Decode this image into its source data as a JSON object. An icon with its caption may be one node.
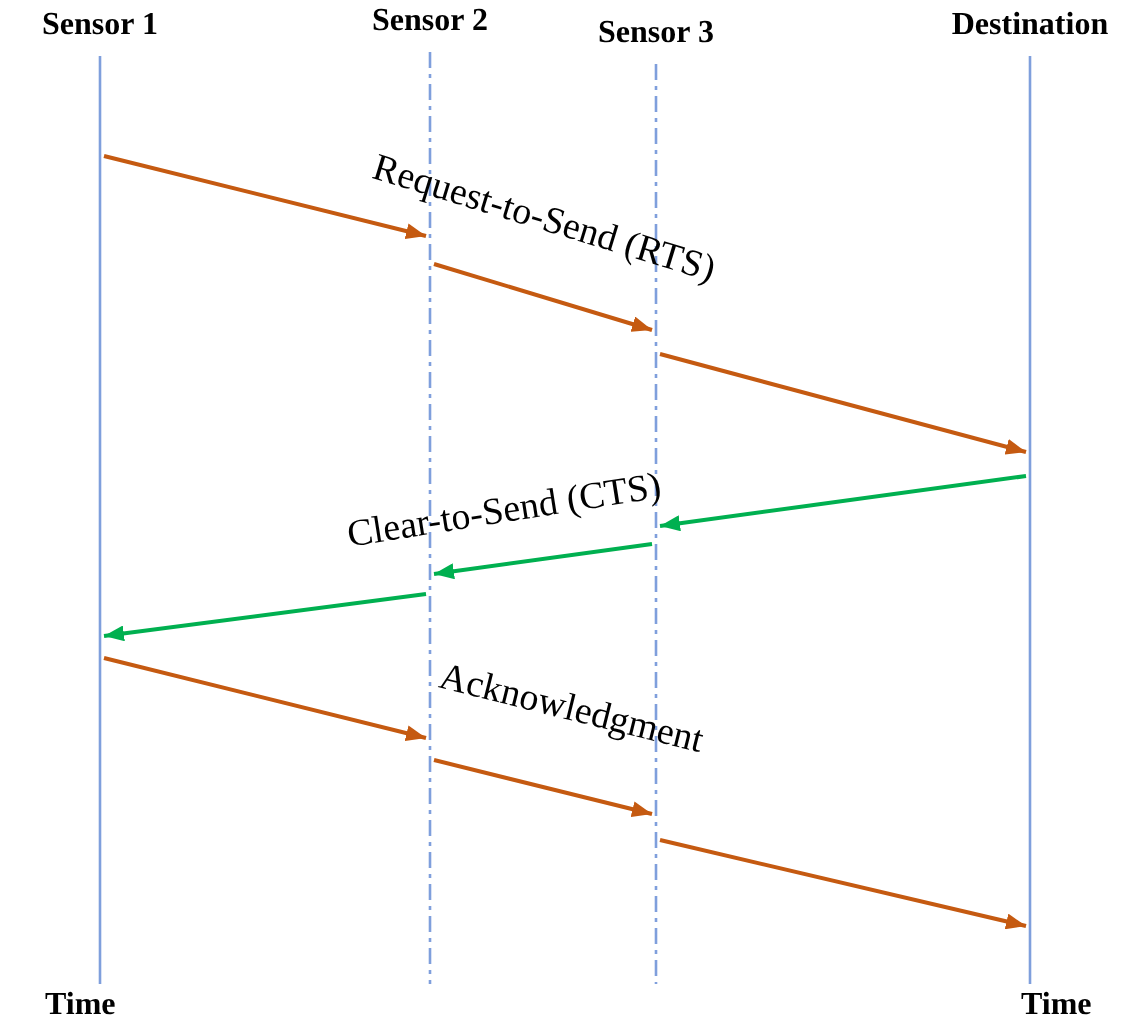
{
  "diagram": {
    "nodes": [
      {
        "text": [
          "Sensor 1"
        ]
      },
      {
        "text": [
          "Sensor 2"
        ]
      },
      {
        "text": [
          "Sensor 3"
        ]
      },
      {
        "text": [
          "Destination"
        ]
      }
    ],
    "edges": [
      {
        "from": 0,
        "to": 1,
        "arrow": "to"
      },
      {
        "from": 1,
        "to": 2,
        "arrow": "to"
      },
      {
        "from": 2,
        "to": 3,
        "arrow": "to"
      },
      {
        "from": 3,
        "to": 2,
        "arrow": "to",
        "color": "#00b050"
      },
      {
        "from": 2,
        "to": 1,
        "arrow": "to",
        "color": "#00b050"
      },
      {
        "from": 1,
        "to": 0,
        "arrow": "to",
        "color": "#00b050"
      },
      {
        "from": 0,
        "to": 1,
        "arrow": "to"
      },
      {
        "from": 1,
        "to": 2,
        "arrow": "to"
      },
      {
        "from": 2,
        "to": 3,
        "arrow": "to"
      }
    ],
    "labels": [
      "Request-to-Send (RTS)",
      "Clear-to-Send (CTS)",
      "Acknowledgment",
      "Time",
      "Time"
    ]
  }
}
